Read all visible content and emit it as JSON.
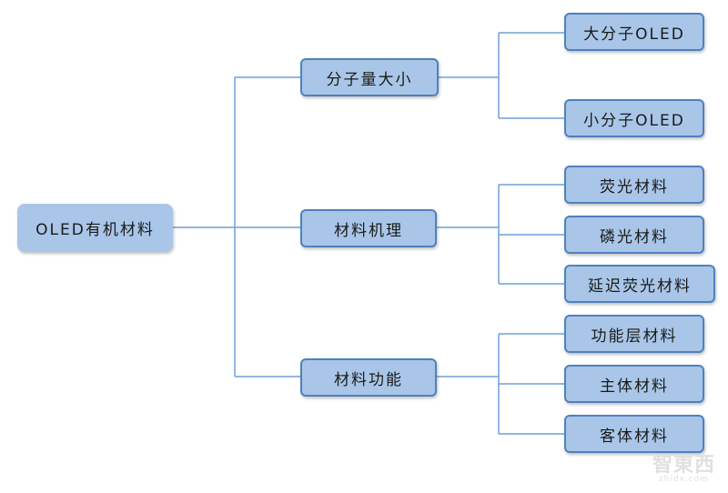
{
  "root": {
    "label": "OLED有机材料"
  },
  "branches": [
    {
      "label": "分子量大小",
      "children": [
        "大分子OLED",
        "小分子OLED"
      ]
    },
    {
      "label": "材料机理",
      "children": [
        "荧光材料",
        "磷光材料",
        "延迟荧光材料"
      ]
    },
    {
      "label": "材料功能",
      "children": [
        "功能层材料",
        "主体材料",
        "客体材料"
      ]
    }
  ],
  "watermark": {
    "logo": "智東西",
    "sub": "zhidx.com"
  },
  "colors": {
    "node_fill": "#a9c6e8",
    "node_border": "#4f81bd",
    "connector": "#6fa0d6"
  }
}
